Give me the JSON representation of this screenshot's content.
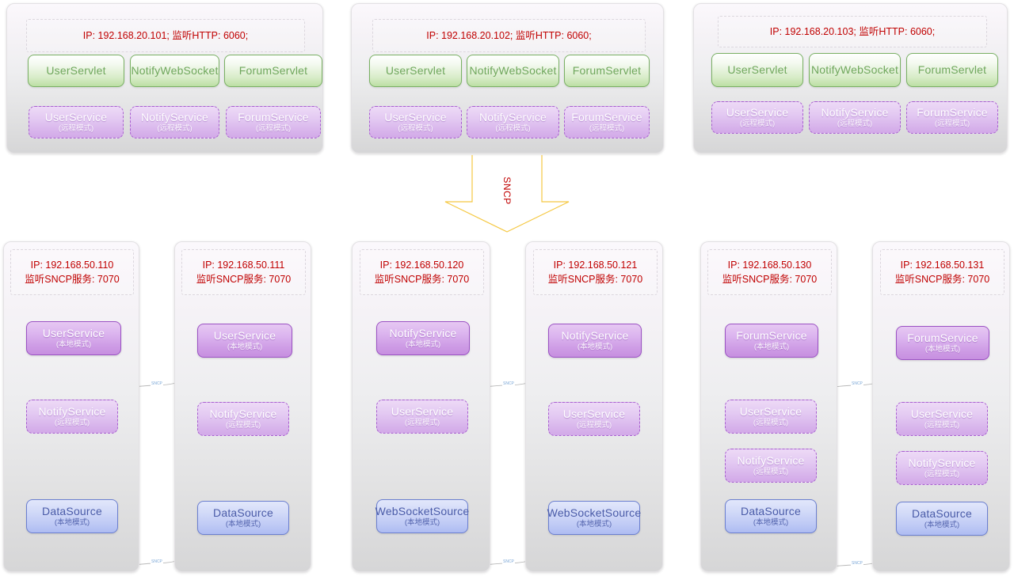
{
  "diagram": {
    "protocol_label": "SNCP",
    "mini_link_label": "SNCP",
    "colors": {
      "header_text": "#c00000",
      "servlet_border": "#79b063",
      "servlet_text": "#6fa75c",
      "service_local_border": "#9b52c4",
      "service_remote_border": "#a85fd0",
      "datasource_border": "#6b7fd0",
      "datasource_text": "#4a5ba8",
      "arrow_stroke": "#f5c842",
      "link_stroke": "#b9b9b9",
      "mini_label": "#7ba7d7"
    },
    "mode_labels": {
      "local": "(本地模式)",
      "remote": "(远程模式)"
    },
    "web_tier": [
      {
        "ip_line": "IP: 192.168.20.101;  监听HTTP: 6060;",
        "servlets": [
          "UserServlet",
          "NotifyWebSocket",
          "ForumServlet"
        ],
        "services": [
          {
            "name": "UserService",
            "mode": "(远程模式)"
          },
          {
            "name": "NotifyService",
            "mode": "(远程模式)"
          },
          {
            "name": "ForumService",
            "mode": "(远程模式)"
          }
        ]
      },
      {
        "ip_line": "IP: 192.168.20.102;  监听HTTP: 6060;",
        "servlets": [
          "UserServlet",
          "NotifyWebSocket",
          "ForumServlet"
        ],
        "services": [
          {
            "name": "UserService",
            "mode": "(远程模式)"
          },
          {
            "name": "NotifyService",
            "mode": "(远程模式)"
          },
          {
            "name": "ForumService",
            "mode": "(远程模式)"
          }
        ]
      },
      {
        "ip_line": "IP: 192.168.20.103;  监听HTTP: 6060;",
        "servlets": [
          "UserServlet",
          "NotifyWebSocket",
          "ForumServlet"
        ],
        "services": [
          {
            "name": "UserService",
            "mode": "(远程模式)"
          },
          {
            "name": "NotifyService",
            "mode": "(远程模式)"
          },
          {
            "name": "ForumService",
            "mode": "(远程模式)"
          }
        ]
      }
    ],
    "service_tier": [
      {
        "ip_line1": "IP: 192.168.50.110",
        "ip_line2": "监听SNCP服务: 7070",
        "nodes": [
          {
            "name": "UserService",
            "mode": "(本地模式)",
            "style": "purple-solid"
          },
          {
            "name": "NotifyService",
            "mode": "(远程模式)",
            "style": "purple-dashed"
          },
          {
            "name": "DataSource",
            "mode": "(本地模式)",
            "style": "blue"
          }
        ]
      },
      {
        "ip_line1": "IP: 192.168.50.111",
        "ip_line2": "监听SNCP服务: 7070",
        "nodes": [
          {
            "name": "UserService",
            "mode": "(本地模式)",
            "style": "purple-solid"
          },
          {
            "name": "NotifyService",
            "mode": "(远程模式)",
            "style": "purple-dashed"
          },
          {
            "name": "DataSource",
            "mode": "(本地模式)",
            "style": "blue"
          }
        ]
      },
      {
        "ip_line1": "IP: 192.168.50.120",
        "ip_line2": "监听SNCP服务: 7070",
        "nodes": [
          {
            "name": "NotifyService",
            "mode": "(本地模式)",
            "style": "purple-solid"
          },
          {
            "name": "UserService",
            "mode": "(远程模式)",
            "style": "purple-dashed"
          },
          {
            "name": "WebSocketSource",
            "mode": "(本地模式)",
            "style": "blue"
          }
        ]
      },
      {
        "ip_line1": "IP: 192.168.50.121",
        "ip_line2": "监听SNCP服务: 7070",
        "nodes": [
          {
            "name": "NotifyService",
            "mode": "(本地模式)",
            "style": "purple-solid"
          },
          {
            "name": "UserService",
            "mode": "(远程模式)",
            "style": "purple-dashed"
          },
          {
            "name": "WebSocketSource",
            "mode": "(本地模式)",
            "style": "blue"
          }
        ]
      },
      {
        "ip_line1": "IP: 192.168.50.130",
        "ip_line2": "监听SNCP服务: 7070",
        "nodes": [
          {
            "name": "ForumService",
            "mode": "(本地模式)",
            "style": "purple-solid"
          },
          {
            "name": "UserService",
            "mode": "(远程模式)",
            "style": "purple-dashed"
          },
          {
            "name": "NotifyService",
            "mode": "(远程模式)",
            "style": "purple-dashed"
          },
          {
            "name": "DataSource",
            "mode": "(本地模式)",
            "style": "blue"
          }
        ]
      },
      {
        "ip_line1": "IP: 192.168.50.131",
        "ip_line2": "监听SNCP服务: 7070",
        "nodes": [
          {
            "name": "ForumService",
            "mode": "(本地模式)",
            "style": "purple-solid"
          },
          {
            "name": "UserService",
            "mode": "(远程模式)",
            "style": "purple-dashed"
          },
          {
            "name": "NotifyService",
            "mode": "(远程模式)",
            "style": "purple-dashed"
          },
          {
            "name": "DataSource",
            "mode": "(本地模式)",
            "style": "blue"
          }
        ]
      }
    ]
  }
}
